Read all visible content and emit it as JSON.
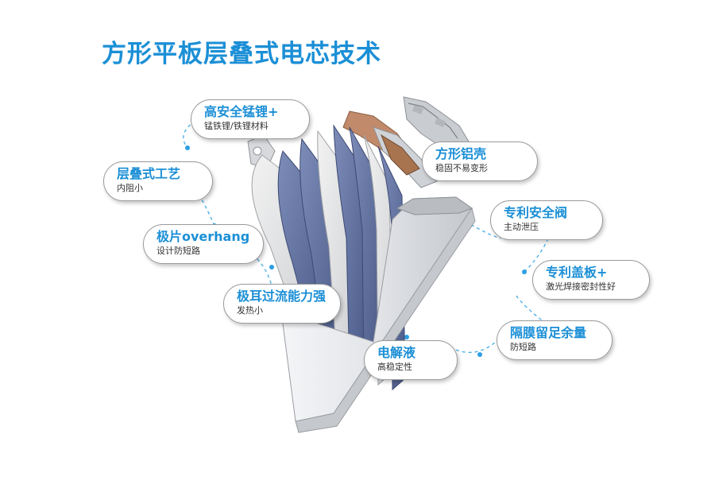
{
  "title": "方形平板层叠式电芯技术",
  "colors": {
    "accent": "#1b8fd6",
    "connector": "#4fb0e6",
    "sheet_blue": "#5b6c9c",
    "casing": "#d8dadd",
    "tab_copper": "#c08a6b"
  },
  "callouts": {
    "high_safety_manganese_lithium": {
      "title": "高安全锰锂+",
      "subtitle": "锰铁锂/铁锂材料"
    },
    "stacking_process": {
      "title": "层叠式工艺",
      "subtitle": "内阻小"
    },
    "electrode_overhang": {
      "title": "极片overhang",
      "subtitle": "设计防短路"
    },
    "tab_overcurrent": {
      "title": "极耳过流能力强",
      "subtitle": "发热小"
    },
    "electrolyte": {
      "title": "电解液",
      "subtitle": "高稳定性"
    },
    "square_aluminum_shell": {
      "title": "方形铝壳",
      "subtitle": "稳固不易变形"
    },
    "patented_safety_valve": {
      "title": "专利安全阀",
      "subtitle": "主动泄压"
    },
    "patented_cover_plate": {
      "title": "专利盖板+",
      "subtitle": "激光焊接密封性好"
    },
    "separator_margin": {
      "title": "隔膜留足余量",
      "subtitle": "防短路"
    }
  }
}
